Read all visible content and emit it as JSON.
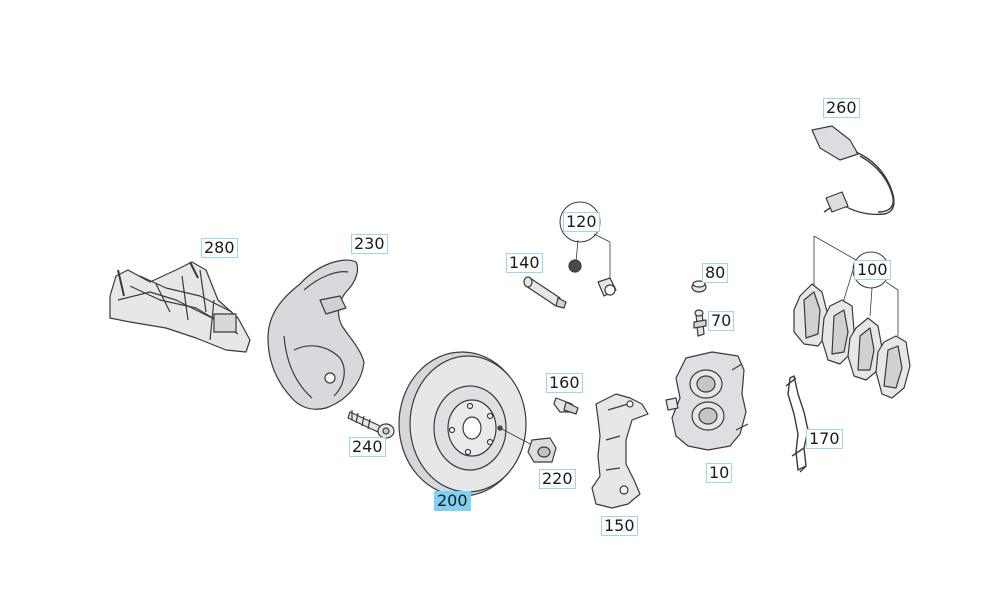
{
  "callouts": {
    "c10": "10",
    "c70": "70",
    "c80": "80",
    "c100": "100",
    "c120": "120",
    "c140": "140",
    "c150": "150",
    "c160": "160",
    "c170": "170",
    "c200": "200",
    "c220": "220",
    "c230": "230",
    "c240": "240",
    "c260": "260",
    "c280": "280"
  },
  "selected_callout": "200",
  "colors": {
    "part_fill": "#e6e7e9",
    "part_shade": "#c9cbce",
    "part_stroke": "#3a3a3a",
    "callout_border": "#9fd3ee",
    "selected_fill": "#7fd0f3"
  }
}
